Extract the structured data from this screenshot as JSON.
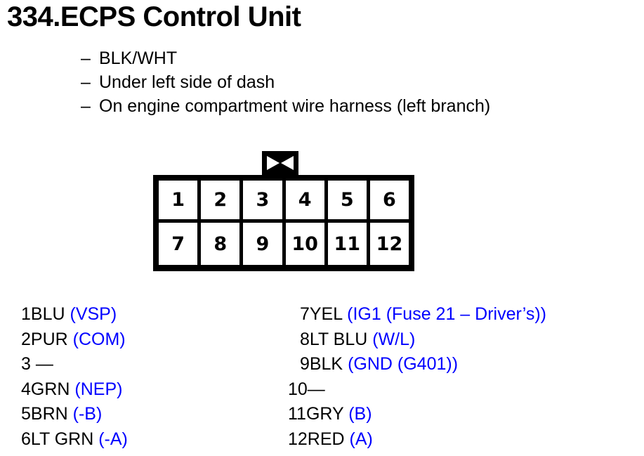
{
  "page": {
    "title": "334.ECPS Control Unit",
    "notes": [
      "BLK/WHT",
      "Under left side of dash",
      "On engine compartment wire harness (left branch)"
    ],
    "bullet_marker": "–"
  },
  "colors": {
    "signal_text": "#0000ff",
    "label_text": "#000000",
    "connector_outline": "#000000",
    "background": "#ffffff"
  },
  "connector": {
    "rows": 2,
    "columns": 6,
    "latch_icon": "bowtie-latch-icon",
    "cells_top": [
      "1",
      "2",
      "3",
      "4",
      "5",
      "6"
    ],
    "cells_bottom": [
      "7",
      "8",
      "9",
      "10",
      "11",
      "12"
    ]
  },
  "pinout": {
    "left": [
      {
        "indent": false,
        "label": "1BLU",
        "signal": "(VSP)"
      },
      {
        "indent": false,
        "label": "2PUR",
        "signal": "(COM)"
      },
      {
        "indent": false,
        "label": "3 —",
        "signal": ""
      },
      {
        "indent": false,
        "label": "4GRN",
        "signal": "(NEP)"
      },
      {
        "indent": false,
        "label": "5BRN",
        "signal": "(-B)"
      },
      {
        "indent": false,
        "label": "6LT GRN",
        "signal": "(-A)"
      }
    ],
    "right": [
      {
        "indent": true,
        "label": "7YEL",
        "signal": "(IG1 (Fuse 21 – Driver’s))"
      },
      {
        "indent": true,
        "label": "8LT BLU",
        "signal": "(W/L)"
      },
      {
        "indent": true,
        "label": "9BLK",
        "signal": "(GND (G401))"
      },
      {
        "indent": false,
        "label": "10—",
        "signal": ""
      },
      {
        "indent": false,
        "label": "11GRY",
        "signal": "(B)"
      },
      {
        "indent": false,
        "label": "12RED",
        "signal": "(A)"
      }
    ]
  }
}
